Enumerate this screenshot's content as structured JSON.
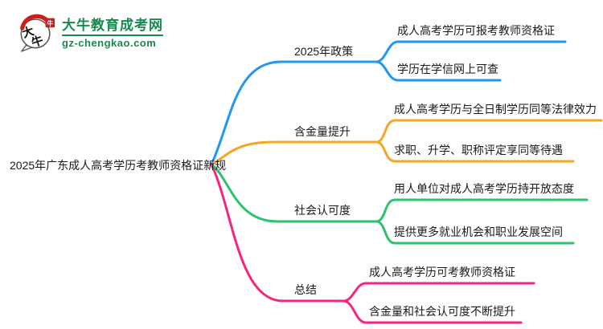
{
  "page": {
    "background": "#ffffff"
  },
  "logo": {
    "site_name": "大牛教育成考网",
    "domain": "gz-chengkao.com",
    "brand_color": "#168B4D",
    "seal_color": "#C8201D",
    "icon_char_1": "大",
    "icon_char_2": "牛",
    "seal_char": "牛"
  },
  "root": {
    "label": "2025年广东成人高考学历考教师资格证新规"
  },
  "branches": [
    {
      "label": "2025年政策",
      "color": "#2196F3",
      "children": [
        "成人高考学历可报考教师资格证",
        "学历在学信网上可查"
      ]
    },
    {
      "label": "含金量提升",
      "color": "#F5A623",
      "children": [
        "成人高考学历与全日制学历同等法律效力",
        "求职、升学、职称评定享同等待遇"
      ]
    },
    {
      "label": "社会认可度",
      "color": "#2DC26E",
      "children": [
        "用人单位对成人高考学历持开放态度",
        "提供更多就业机会和职业发展空间"
      ]
    },
    {
      "label": "总结",
      "color": "#F8247F",
      "children": [
        "成人高考学历可考教师资格证",
        "含金量和社会认可度不断提升"
      ]
    }
  ]
}
